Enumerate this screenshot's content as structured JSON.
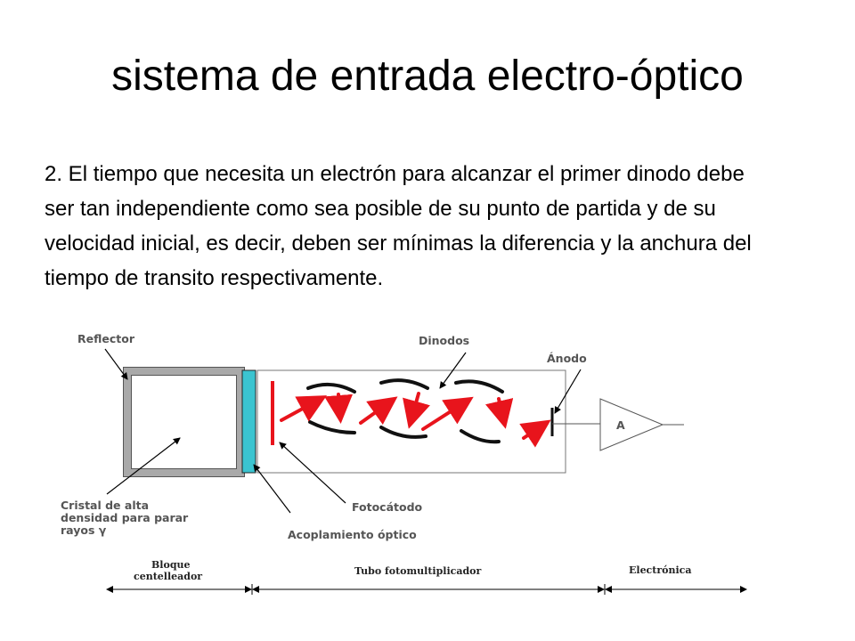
{
  "slide": {
    "title": "sistema de entrada electro-óptico",
    "body": "2. El tiempo que necesita un electrón para alcanzar el primer dinodo debe ser tan independiente como sea posible de su punto de partida y de su velocidad inicial, es decir, deben ser mínimas la diferencia y la anchura del tiempo de transito respectivamente."
  },
  "diagram": {
    "labels": {
      "reflector": "Reflector",
      "dinodos": "Dinodos",
      "anodo": "Ánodo",
      "amplifier": "A",
      "crystal_line1": "Cristal de alta",
      "crystal_line2": "densidad para parar",
      "crystal_line3": "rayos γ",
      "fotocatodo": "Fotocátodo",
      "acoplamiento": "Acoplamiento óptico"
    },
    "sections": {
      "bloque_line1": "Bloque",
      "bloque_line2": "centelleador",
      "tubo": "Tubo fotomultiplicador",
      "electronica": "Electrónica"
    },
    "colors": {
      "electron_path": "#e8141c",
      "coupling": "#3bc4d0",
      "reflector": "#a9a9a9"
    }
  }
}
